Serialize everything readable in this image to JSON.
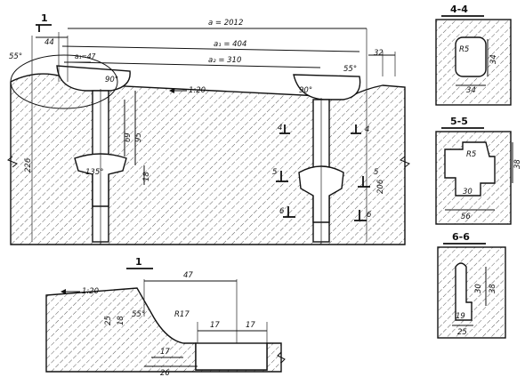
{
  "main_view": {
    "section_mark": "1",
    "dim_a": "a = 2012",
    "dim_a1": "a₁ = 404",
    "dim_a2": "a₂ = 310",
    "dim_a_left": "a₁=47",
    "dim_44": "44",
    "dim_32": "32",
    "angle_left": "55°",
    "angle_right": "55°",
    "angle_90_left": "90°",
    "angle_90_right": "90°",
    "angle_135": "135°",
    "slope": "1:20",
    "dim_69": "69",
    "dim_95": "95",
    "dim_18": "18",
    "dim_206": "206",
    "dim_226": "226",
    "cut_4": "4",
    "cut_5": "5",
    "cut_6": "6"
  },
  "detail_1": {
    "title": "1",
    "slope": "1:20",
    "dim_47": "47",
    "dim_r17": "R17",
    "dim_55": "55°",
    "dim_25": "25",
    "dim_18": "18",
    "dim_17a": "17",
    "dim_26": "26",
    "dim_17b": "17",
    "dim_17c": "17"
  },
  "section_4": {
    "title": "4-4",
    "dim_r5": "R5",
    "dim_34v": "34",
    "dim_34h": "34"
  },
  "section_5": {
    "title": "5-5",
    "dim_r5": "R5",
    "dim_38": "38",
    "dim_30": "30",
    "dim_56": "56"
  },
  "section_6": {
    "title": "6-6",
    "dim_30": "30",
    "dim_38": "38",
    "dim_19": "19",
    "dim_25": "25"
  }
}
